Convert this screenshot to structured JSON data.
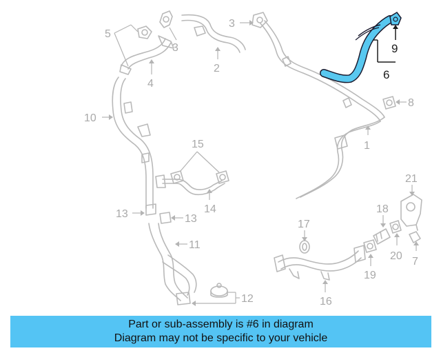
{
  "callouts": {
    "c1": "1",
    "c2": "2",
    "c3a": "3",
    "c3b": "3",
    "c4": "4",
    "c5": "5",
    "c6": "6",
    "c7": "7",
    "c8": "8",
    "c9": "9",
    "c10": "10",
    "c11": "11",
    "c12": "12",
    "c13a": "13",
    "c13b": "13",
    "c14": "14",
    "c15": "15",
    "c16": "16",
    "c17": "17",
    "c18": "18",
    "c19": "19",
    "c20": "20",
    "c21": "21"
  },
  "highlighted_part": "6",
  "colors": {
    "highlight_fill": "#58c8f0",
    "highlight_stroke": "#1a1a2e",
    "banner_bg": "#54c4f4",
    "part_lines": "#b9b9b9"
  },
  "banner": {
    "line1": "Part or sub-assembly is #6 in diagram",
    "line2": "Diagram may not be specific to your vehicle"
  }
}
